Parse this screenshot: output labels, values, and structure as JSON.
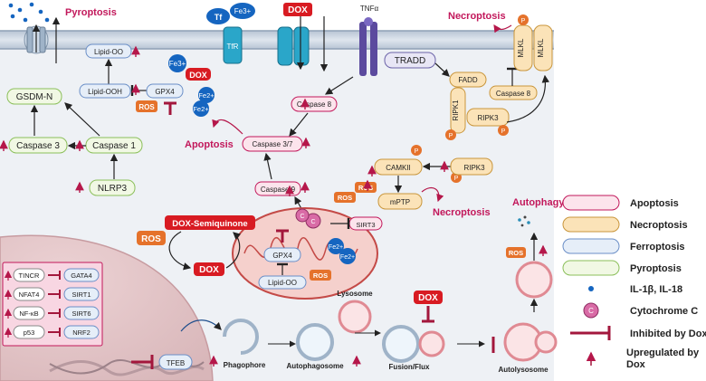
{
  "pathways": {
    "pyroptosis": "Pyroptosis",
    "necroptosis_top": "Necroptosis",
    "apoptosis": "Apoptosis",
    "necroptosis_mid": "Necroptosis",
    "autophagy": "Autophagy"
  },
  "membrane": {
    "tf": "Tf",
    "fe3_tf": "Fe3+",
    "tfr": "TfR",
    "dox_top": "DOX",
    "tnfa": "TNFα"
  },
  "nodes": {
    "lipid_oo_top": "Lipid-OO",
    "lipid_ooh": "Lipid-OOH",
    "gpx4_top": "GPX4",
    "fe3_dox": "Fe3+",
    "dox_badge": "DOX",
    "fe2_a": "Fe2+",
    "fe2_b": "Fe2+",
    "ros_top": "ROS",
    "gsdm_n": "GSDM-N",
    "caspase3": "Caspase 3",
    "caspase1": "Caspase 1",
    "nlrp3": "NLRP3",
    "caspase8_mid": "Caspase 8",
    "caspase37": "Caspase  3/7",
    "caspase9": "Caspase 9",
    "tradd": "TRADD",
    "fadd": "FADD",
    "ripk1": "RIPK1",
    "ripk3_top": "RIPK3",
    "caspase8_right": "Caspase 8",
    "mlkl_a": "MLKL",
    "mlkl_b": "MLKL",
    "camkii": "CAMKII",
    "ripk3_mid": "RIPK3",
    "mptp": "mPTP",
    "ros_mptp1": "ROS",
    "ros_mptp2": "ROS",
    "sirt3": "SIRT3",
    "dox_semiquinone": "DOX-Semiquinone",
    "ros_left": "ROS",
    "dox_left": "DOX",
    "gpx4_mito": "GPX4",
    "lipid_oo_mito": "Lipid-OO",
    "ros_mito_bottom": "ROS",
    "cyt_c": "C",
    "fe2_mito_a": "Fe2+",
    "fe2_mito_b": "Fe2+",
    "p": "P"
  },
  "nucleus": {
    "regulators": [
      {
        "left": "TINCR",
        "right": "GATA4"
      },
      {
        "left": "NFAT4",
        "right": "SIRT1"
      },
      {
        "left": "NF-κB",
        "right": "SIRT6"
      },
      {
        "left": "p53",
        "right": "NRF2"
      }
    ],
    "tfeb": "TFEB"
  },
  "autophagy_flow": {
    "lysosome": "Lysosome",
    "dox_flux": "DOX",
    "phagophore": "Phagophore",
    "autophagosome": "Autophagosome",
    "fusion": "Fusion/Flux",
    "autolysosome": "Autolysosome",
    "ros_auto": "ROS"
  },
  "legend": {
    "apoptosis": "Apoptosis",
    "necroptosis": "Necroptosis",
    "ferroptosis": "Ferroptosis",
    "pyroptosis": "Pyroptosis",
    "il": "IL-1β, IL-18",
    "cytc": "Cytochrome C",
    "inhibited": "Inhibited by Dox",
    "upregulated": "Upregulated by Dox",
    "c": "C"
  },
  "colors": {
    "apoptosis": "#fce4ec",
    "apoptosis_border": "#c2185b",
    "necroptosis": "#fbe3b8",
    "necroptosis_border": "#c9963c",
    "ferroptosis": "#e6eef8",
    "ferroptosis_border": "#6b8fc7",
    "pyroptosis": "#f1f8e4",
    "pyroptosis_border": "#8bbf5a",
    "inhibit": "#a3173c",
    "ros": "#e5722b",
    "dox": "#d81b22",
    "fe_blue": "#1565c0"
  }
}
